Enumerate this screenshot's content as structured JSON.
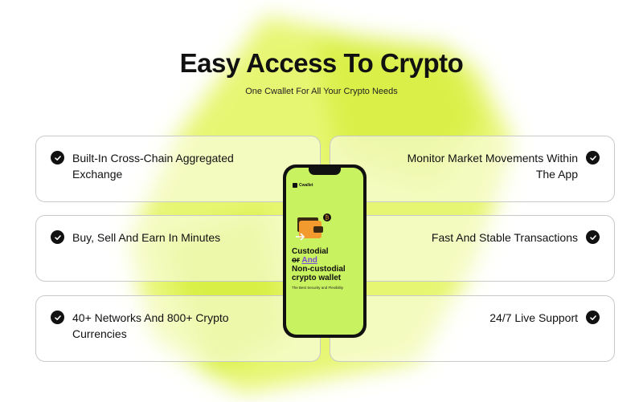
{
  "header": {
    "title": "Easy Access To Crypto",
    "subtitle": "One Cwallet For All Your Crypto Needs"
  },
  "features": {
    "left": [
      {
        "label": "Built-In Cross-Chain Aggregated Exchange"
      },
      {
        "label": "Buy, Sell And Earn In Minutes"
      },
      {
        "label": "40+ Networks And 800+ Crypto Currencies"
      }
    ],
    "right": [
      {
        "label": "Monitor Market Movements Within The App"
      },
      {
        "label": "Fast And Stable Transactions"
      },
      {
        "label": "24/7 Live Support"
      }
    ]
  },
  "phone": {
    "brand": "Cwallet",
    "headline_line1": "Custodial",
    "headline_or": "or",
    "headline_and": "And",
    "headline_line3": "Non-custodial",
    "headline_line4": "crypto wallet",
    "tagline": "The Best Security and Flexibility"
  },
  "colors": {
    "accent": "#d6f24a",
    "screen": "#c9f261",
    "text": "#111111",
    "highlight": "#7a4bd6"
  }
}
